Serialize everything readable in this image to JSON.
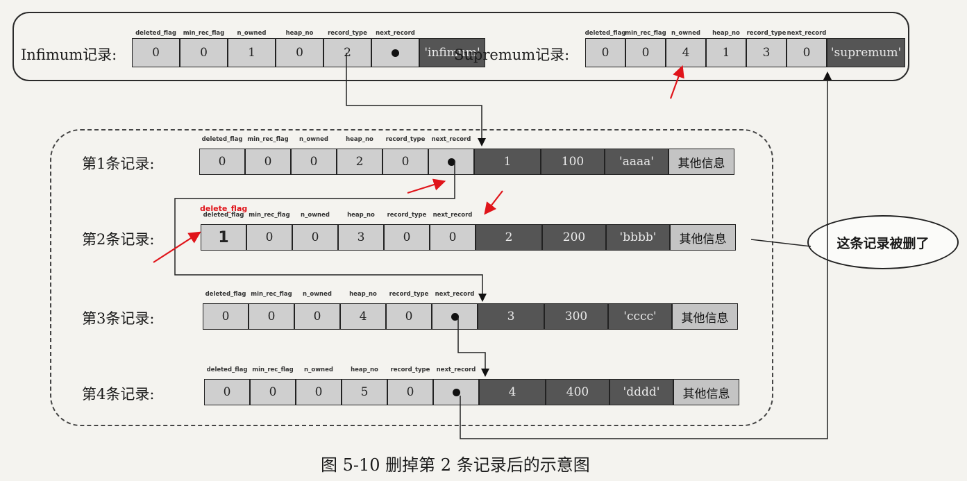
{
  "headers": [
    "deleted_flag",
    "min_rec_flag",
    "n_owned",
    "heap_no",
    "record_type",
    "next_record"
  ],
  "infimum": {
    "label": "Infimum记录:",
    "values": [
      "0",
      "0",
      "1",
      "0",
      "2"
    ],
    "name": "'infimum'"
  },
  "supremum": {
    "label": "Supremum记录:",
    "values": [
      "0",
      "0",
      "4",
      "1",
      "3",
      "0"
    ],
    "name": "'supremum'"
  },
  "records": [
    {
      "label": "第1条记录:",
      "values": [
        "0",
        "0",
        "0",
        "2",
        "0"
      ],
      "id": "1",
      "num": "100",
      "str": "'aaaa'",
      "other": "其他信息"
    },
    {
      "label": "第2条记录:",
      "values": [
        "1",
        "0",
        "0",
        "3",
        "0",
        "0"
      ],
      "id": "2",
      "num": "200",
      "str": "'bbbb'",
      "other": "其他信息"
    },
    {
      "label": "第3条记录:",
      "values": [
        "0",
        "0",
        "0",
        "4",
        "0"
      ],
      "id": "3",
      "num": "300",
      "str": "'cccc'",
      "other": "其他信息"
    },
    {
      "label": "第4条记录:",
      "values": [
        "0",
        "0",
        "0",
        "5",
        "0"
      ],
      "id": "4",
      "num": "400",
      "str": "'dddd'",
      "other": "其他信息"
    }
  ],
  "annotation": {
    "red_label": "delete_flag"
  },
  "bubble": "这条记录被删了",
  "caption": "图 5-10    删掉第 2 条记录后的示意图",
  "colors": {
    "red": "#e0141a",
    "cell": "#cfcfcf",
    "dark": "#555555"
  }
}
